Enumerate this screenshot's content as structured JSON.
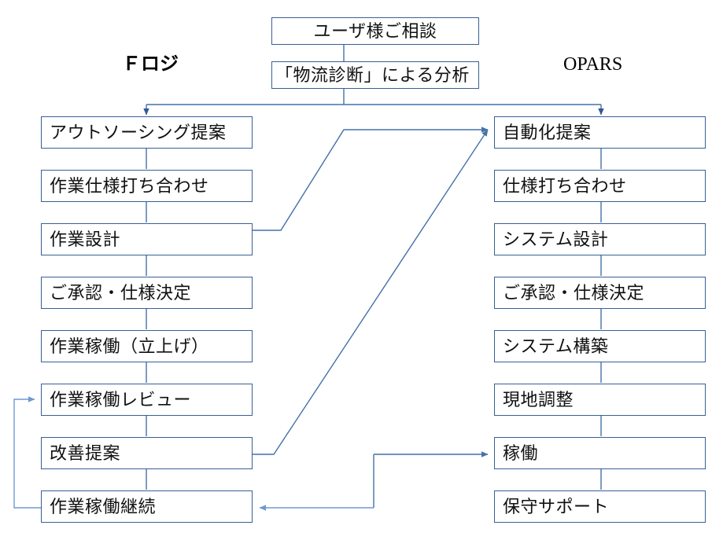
{
  "diagram": {
    "title_left": "Ｆロジ",
    "title_right": "OPARS",
    "accent_color": "#4472a8",
    "border_color": "#3a5f96",
    "top_nodes": [
      {
        "label": "ユーザ様ご相談"
      },
      {
        "label": "「物流診断」による分析"
      }
    ],
    "left_column": [
      {
        "label": "アウトソーシング提案"
      },
      {
        "label": "作業仕様打ち合わせ"
      },
      {
        "label": "作業設計"
      },
      {
        "label": "ご承認・仕様決定"
      },
      {
        "label": "作業稼働（立上げ）"
      },
      {
        "label": "作業稼働レビュー"
      },
      {
        "label": "改善提案"
      },
      {
        "label": "作業稼働継続"
      }
    ],
    "right_column": [
      {
        "label": "自動化提案"
      },
      {
        "label": "仕様打ち合わせ"
      },
      {
        "label": "システム設計"
      },
      {
        "label": "ご承認・仕様決定"
      },
      {
        "label": "システム構築"
      },
      {
        "label": "現地調整"
      },
      {
        "label": "稼働"
      },
      {
        "label": "保守サポート"
      }
    ]
  }
}
